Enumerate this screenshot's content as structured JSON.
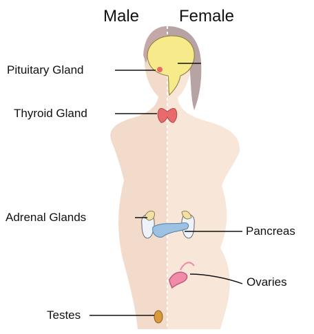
{
  "headings": {
    "male": "Male",
    "female": "Female"
  },
  "labels": {
    "pituitary": "Pituitary Gland",
    "thyroid": "Thyroid Gland",
    "adrenal": "Adrenal Glands",
    "pancreas": "Pancreas",
    "ovaries": "Ovaries",
    "testes": "Testes"
  },
  "colors": {
    "male_skin": "#f3dbcc",
    "female_skin": "#f8e6d8",
    "male_hair": "#c4a8a8",
    "female_hair": "#b7a3a3",
    "brain": "#f6ea8a",
    "thyroid": "#e86a6a",
    "kidney": "#eef2fb",
    "adrenal": "#f2dfa6",
    "pancreas": "#9dc1e3",
    "ovary_tube": "#f18baa",
    "testis": "#d99a3c"
  }
}
